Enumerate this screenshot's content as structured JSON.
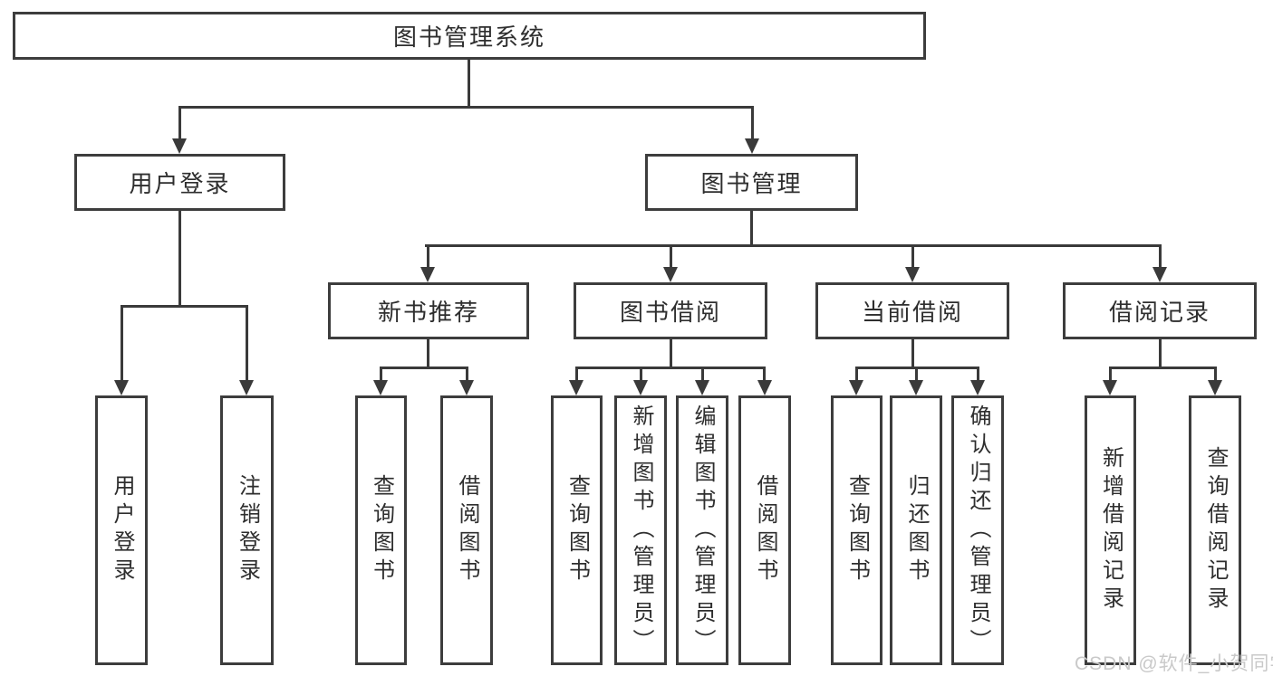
{
  "colors": {
    "ink": "#3a3a3a",
    "box_border": "#3d3d3d",
    "background": "#ffffff",
    "watermark_text": "#c9c9c9"
  },
  "watermark": "CSDN @软件_小贺同学",
  "tree": {
    "root": {
      "label": "图书管理系统"
    },
    "branches": [
      {
        "label": "用户登录",
        "children": [
          {
            "label": "用户登录"
          },
          {
            "label": "注销登录"
          }
        ]
      },
      {
        "label": "图书管理",
        "children": [
          {
            "label": "新书推荐",
            "children": [
              {
                "label": "查询图书"
              },
              {
                "label": "借阅图书"
              }
            ]
          },
          {
            "label": "图书借阅",
            "children": [
              {
                "label": "查询图书"
              },
              {
                "label": "新增图书（管理员）"
              },
              {
                "label": "编辑图书（管理员）"
              },
              {
                "label": "借阅图书"
              }
            ]
          },
          {
            "label": "当前借阅",
            "children": [
              {
                "label": "查询图书"
              },
              {
                "label": "归还图书"
              },
              {
                "label": "确认归还（管理员）"
              }
            ]
          },
          {
            "label": "借阅记录",
            "children": [
              {
                "label": "新增借阅记录"
              },
              {
                "label": "查询借阅记录"
              }
            ]
          }
        ]
      }
    ]
  }
}
